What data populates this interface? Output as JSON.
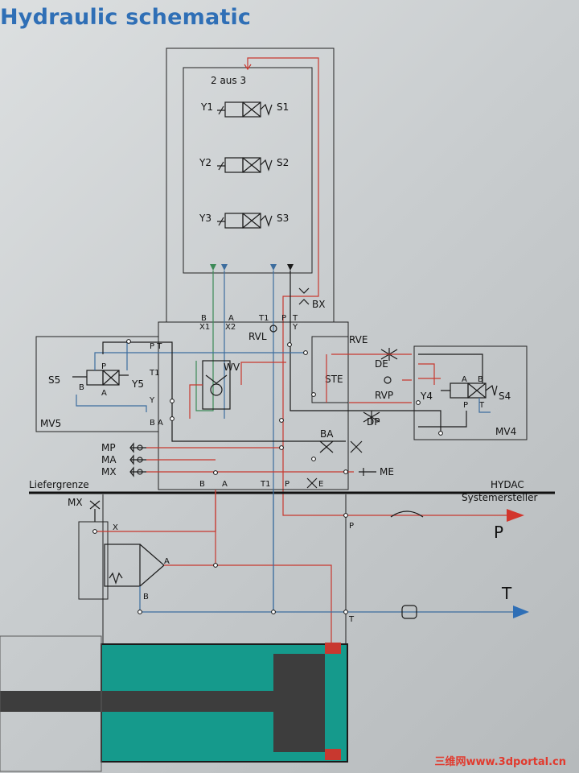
{
  "title": "Hydraulic schematic",
  "top_block": {
    "label": "2 aus 3",
    "valves": [
      {
        "y": "Y1",
        "s": "S1"
      },
      {
        "y": "Y2",
        "s": "S2"
      },
      {
        "y": "Y3",
        "s": "S3"
      }
    ]
  },
  "ports_top": {
    "b": "B",
    "x1": "X1",
    "a": "A",
    "x2": "X2",
    "t1": "T1",
    "p": "P",
    "t": "T",
    "y": "Y",
    "bx": "BX",
    "rvl": "RVL"
  },
  "block_left": {
    "s5": "S5",
    "y5": "Y5",
    "mv5": "MV5",
    "b": "B",
    "a": "A",
    "p": "P",
    "t1": "T1",
    "y": "Y",
    "ba": "B A",
    "pt": "P T"
  },
  "center": {
    "wv": "WV",
    "ste": "STE",
    "rve": "RVE",
    "ba": "BA",
    "de": "DE",
    "rvp": "RVP",
    "dp": "DP"
  },
  "block_right": {
    "s4": "S4",
    "y4": "Y4",
    "mv4": "MV4",
    "a": "A",
    "b": "B",
    "p": "P",
    "t": "T"
  },
  "side_ports": [
    "MP",
    "MA",
    "MX"
  ],
  "me": "ME",
  "bottom_ports": {
    "b": "B",
    "a": "A",
    "t1": "T1",
    "p": "P",
    "e": "E"
  },
  "boundary": {
    "left": "Liefergrenze",
    "right_line1": "HYDAC",
    "right_line2": "Systemersteller"
  },
  "lower": {
    "mx": "MX",
    "x": "X",
    "a": "A",
    "b": "B",
    "p": "P",
    "t": "T"
  },
  "outputs": {
    "p": "P",
    "t": "T"
  },
  "watermark": "三维网www.3dportal.cn",
  "colors": {
    "title": "#2f6fb6",
    "pressure_line": "#c8382f",
    "tank_line": "#3c6d9e",
    "pilot_line": "#3c8a57",
    "cylinder": "#159a8c",
    "piston": "#3d3d3d"
  }
}
